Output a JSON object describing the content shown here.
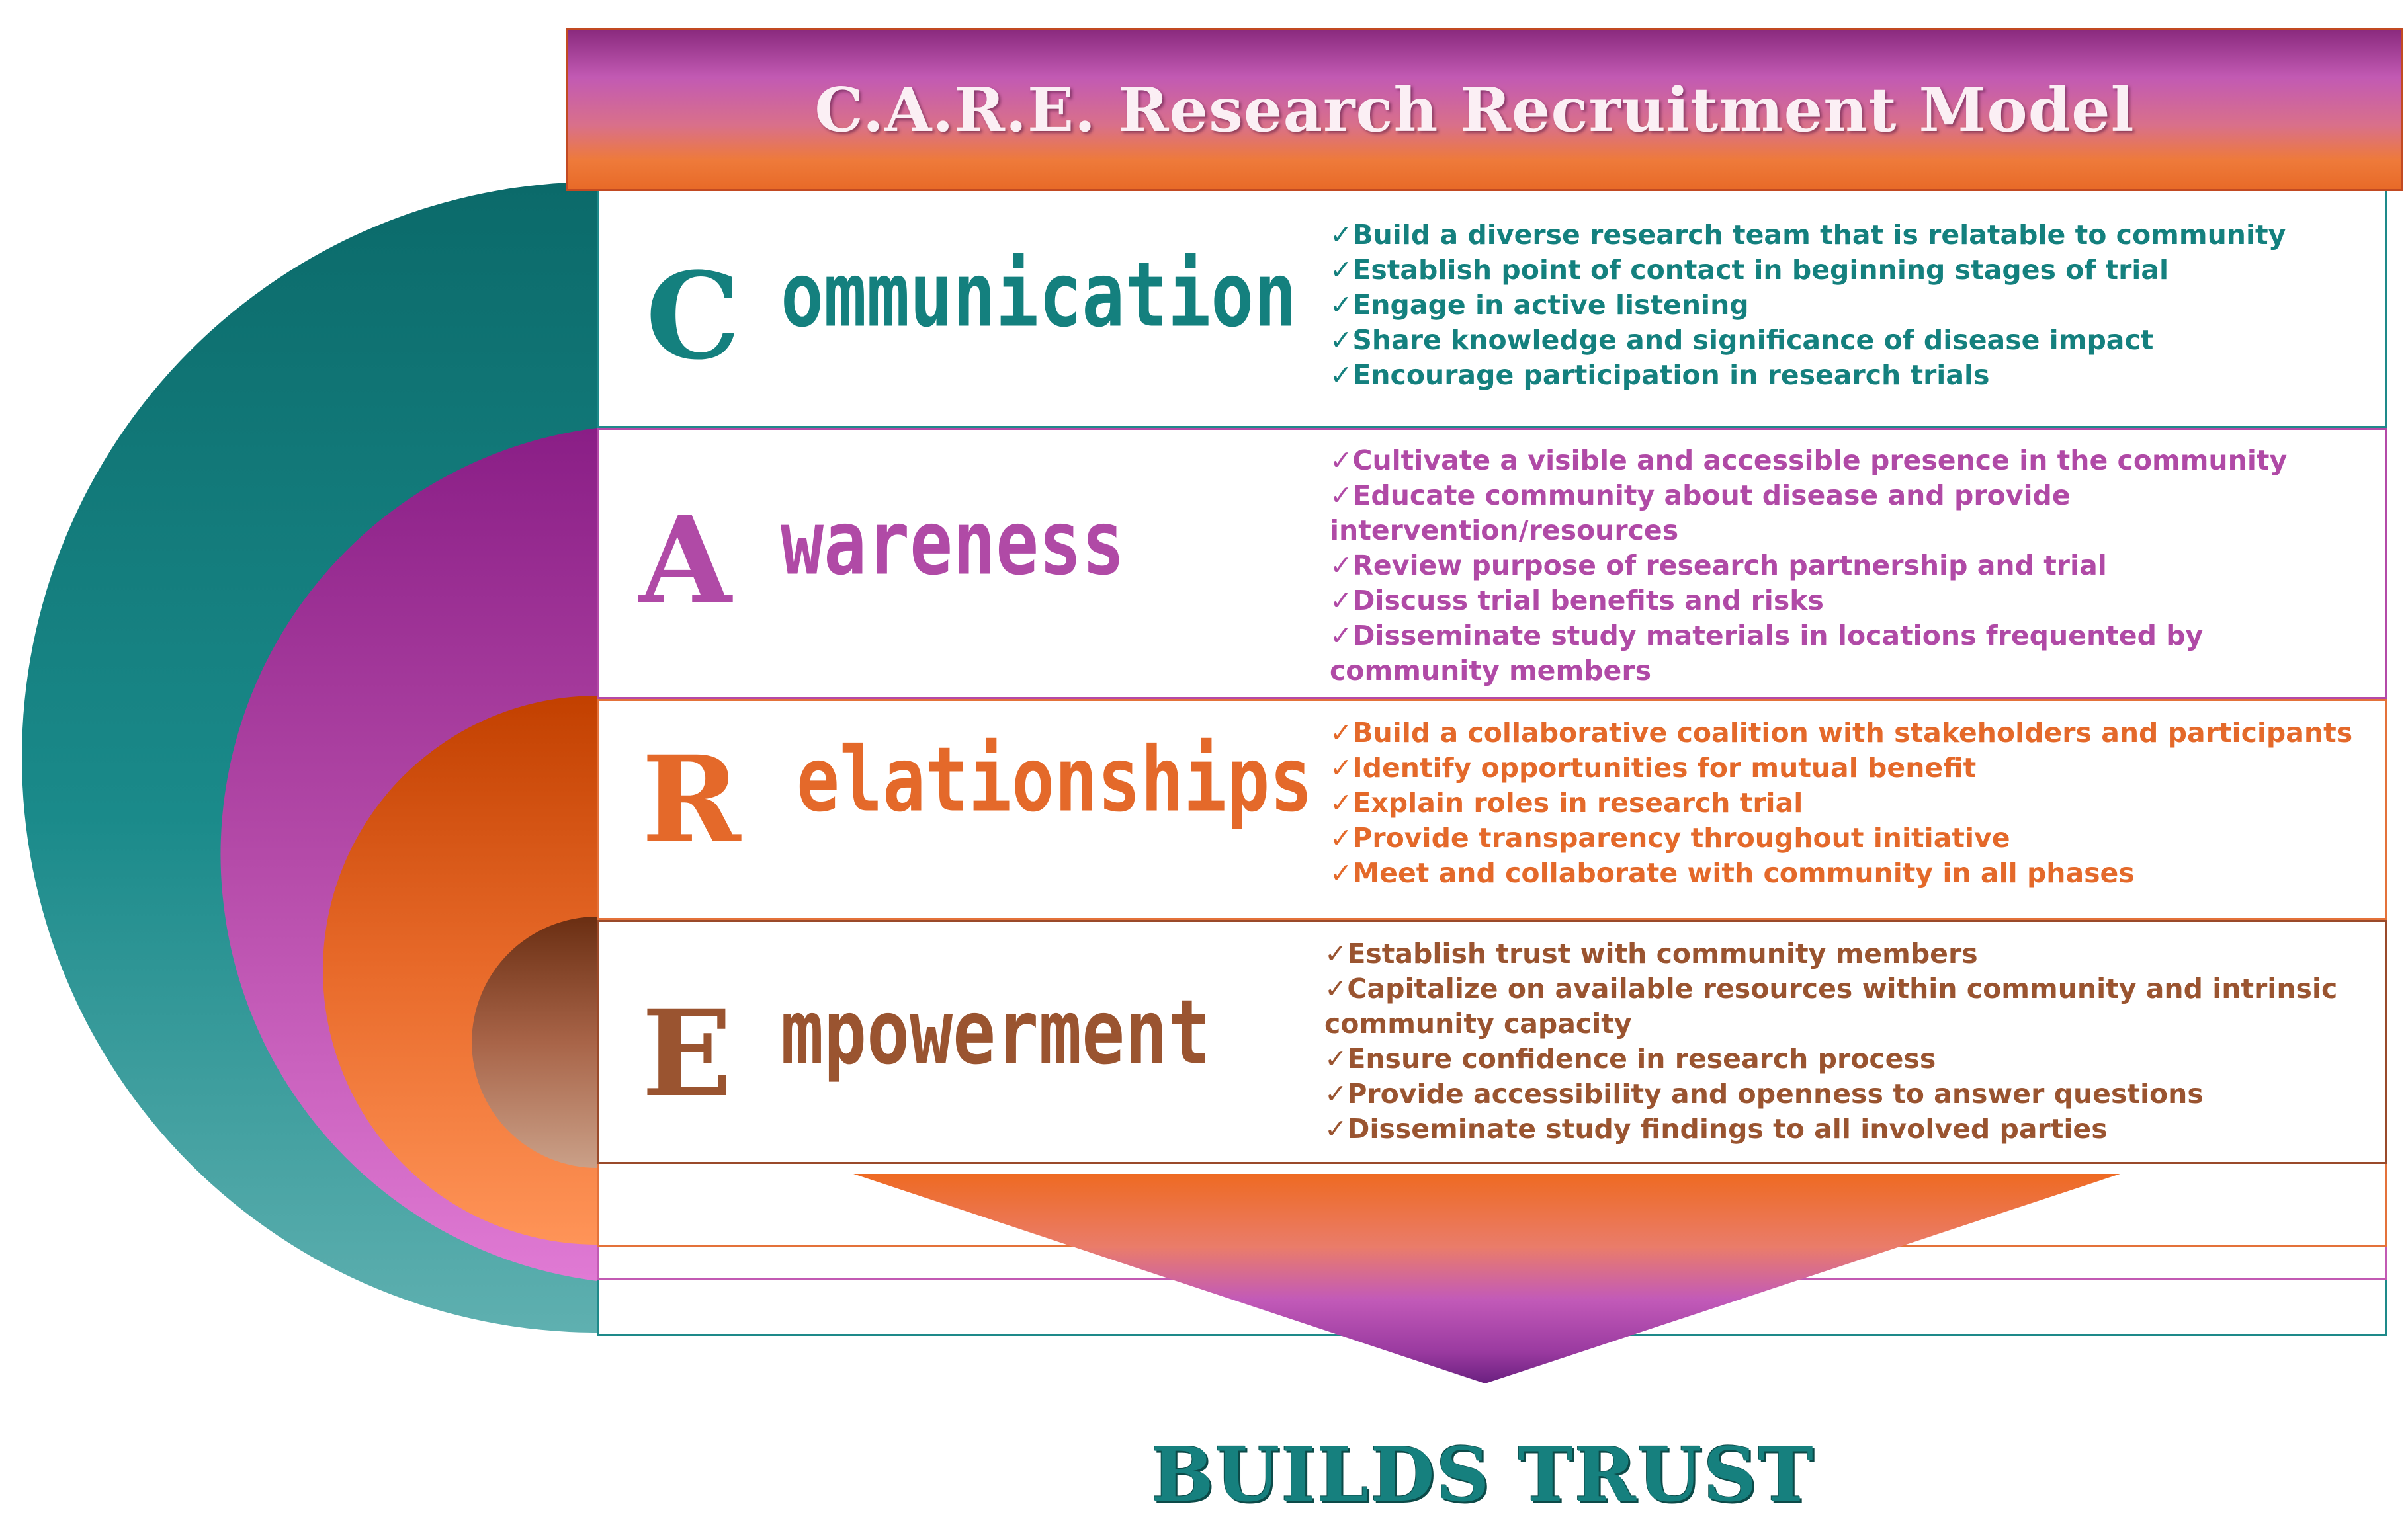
{
  "title": "C.A.R.E. Research Recruitment Model",
  "colors": {
    "communication": "#14807e",
    "awareness": "#b04aa6",
    "relationships": "#e4692a",
    "empowerment": "#9a5430"
  },
  "rows": [
    {
      "letter": "C",
      "word": "ommunication",
      "bullets": [
        "✓Build a diverse research team that is relatable to community",
        "✓Establish point of contact in beginning stages of trial",
        "✓Engage in active listening",
        "✓Share knowledge and significance of disease impact",
        "✓Encourage participation in  research trials"
      ]
    },
    {
      "letter": "A",
      "word": "wareness",
      "bullets": [
        "✓Cultivate a visible and accessible presence in the community",
        "✓Educate community about disease and provide intervention/resources",
        "✓Review purpose of research partnership and trial",
        "✓Discuss trial benefits and risks",
        "✓Disseminate study materials in locations frequented by community members"
      ]
    },
    {
      "letter": "R",
      "word": "elationships",
      "bullets": [
        "✓Build a collaborative coalition with stakeholders and participants",
        "✓Identify opportunities for mutual benefit",
        "✓Explain roles in research trial",
        "✓Provide transparency throughout initiative",
        "✓Meet and collaborate with community in all phases"
      ]
    },
    {
      "letter": "E",
      "word": "mpowerment",
      "bullets": [
        "✓Establish trust with community members",
        "✓Capitalize on available resources within community and intrinsic community capacity",
        "✓Ensure confidence in research process",
        "✓Provide accessibility and openness to answer questions",
        "✓Disseminate study findings to all involved parties"
      ]
    }
  ],
  "footer": "BUILDS TRUST"
}
